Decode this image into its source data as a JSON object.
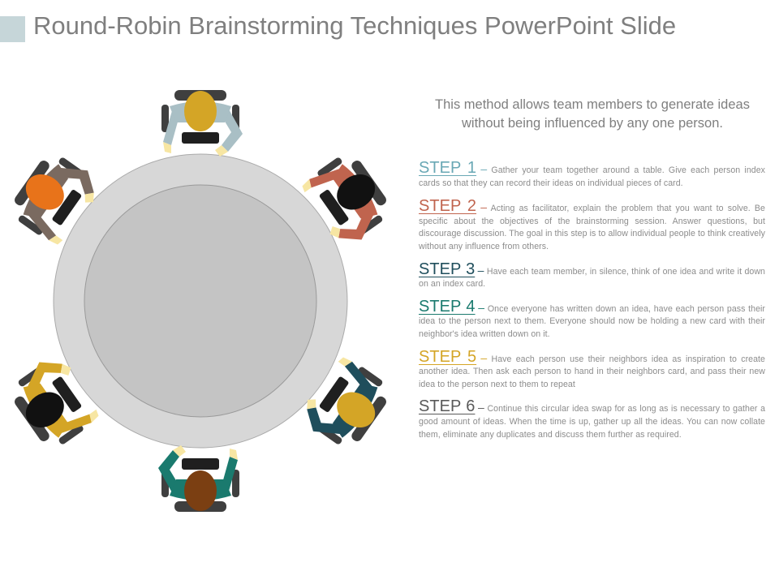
{
  "slide": {
    "title": "Round-Robin Brainstorming Techniques PowerPoint Slide",
    "intro": "This method allows team members to generate ideas without being influenced by any one person."
  },
  "steps": [
    {
      "label": "STEP 1",
      "dash": "–",
      "color": "#6aa8b5",
      "text": "Gather your team together around a table. Give each person index cards so that they can record their ideas on individual pieces of card."
    },
    {
      "label": "STEP 2",
      "dash": "–",
      "color": "#c0644e",
      "text": "Acting as facilitator, explain the problem that you want to solve. Be specific about the objectives of the brainstorming session. Answer questions, but discourage discussion. The goal in this step is to allow individual people to think creatively without any influence from others."
    },
    {
      "label": "STEP 3",
      "dash": "–",
      "color": "#1f4e5c",
      "text": "Have each team member, in silence, think of one idea and write it down on an index card."
    },
    {
      "label": "STEP 4",
      "dash": "–",
      "color": "#1a7a6e",
      "text": "Once everyone has written down an idea, have each person pass their idea to the person next to them. Everyone should now be holding a new card with their neighbor's idea written down on it."
    },
    {
      "label": "STEP 5",
      "dash": "–",
      "color": "#d4a526",
      "text": "Have each person use their neighbors idea as inspiration to create another idea. Then ask each person to hand in their neighbors card, and pass their new idea to the person next to them to repeat"
    },
    {
      "label": "STEP 6",
      "dash": "–",
      "color": "#595959",
      "text": "Continue this circular idea swap for as long as is necessary to gather a good amount of ideas. When the time is up, gather up all the ideas. You can now collate them, eliminate any duplicates and discuss them further as required."
    }
  ],
  "colors": {
    "table_rim": "#d7d7d7",
    "table_top": "#c4c4c4",
    "hand": "#f7e6a3",
    "chair": "#3f3f3f"
  },
  "people": [
    {
      "angle": 0,
      "shirt": "#a9bfc5",
      "hair": "#d4a526"
    },
    {
      "angle": 55,
      "shirt": "#c0644e",
      "hair": "#111111"
    },
    {
      "angle": 125,
      "shirt": "#1f4e5c",
      "hair": "#d4a526"
    },
    {
      "angle": 180,
      "shirt": "#1a7a6e",
      "hair": "#7b3f12"
    },
    {
      "angle": 235,
      "shirt": "#d4a526",
      "hair": "#111111"
    },
    {
      "angle": 305,
      "shirt": "#7a6a60",
      "hair": "#e8731a"
    }
  ]
}
